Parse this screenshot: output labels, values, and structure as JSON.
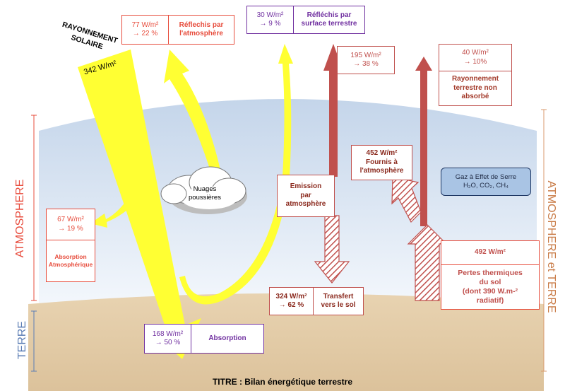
{
  "title": "TITRE : Bilan énergétique terrestre",
  "solar": {
    "label_line1": "RAYONNEMENT",
    "label_line2": "SOLAIRE",
    "value": "342 W/m²"
  },
  "clouds": {
    "line1": "Nuages",
    "line2": "poussières"
  },
  "side_labels": {
    "atmosphere": "ATMOSPHERE",
    "terre": "TERRE",
    "atmosphere_terre": "ATMOSPHERE et TERRE"
  },
  "boxes": {
    "reflect_atm": {
      "value": "77 W/m²",
      "percent": "→ 22 %",
      "label_line1": "Réflechis par",
      "label_line2": "l'atmosphère"
    },
    "reflect_surface": {
      "value": "30 W/m²",
      "percent": "→ 9 %",
      "label_line1": "Réfléchis par",
      "label_line2": "surface terrestre"
    },
    "emission_space": {
      "value": "195 W/m²",
      "percent": "→ 38 %"
    },
    "non_absorbed": {
      "value": "40 W/m²",
      "percent": "→ 10%",
      "label_line1": "Rayonnement",
      "label_line2": "terrestre non",
      "label_line3": "absorbé"
    },
    "atm_absorption": {
      "value": "67 W/m²",
      "percent": "→ 19 %",
      "label_line1": "Absorption",
      "label_line2": "Atmosphérique"
    },
    "fournis": {
      "label_line1": "452 W/m²",
      "label_line2": "Fournis à",
      "label_line3": "l'atmosphère"
    },
    "emission_atm": {
      "label_line1": "Emission",
      "label_line2": "par",
      "label_line3": "atmosphère"
    },
    "transfert": {
      "value": "324 W/m²",
      "percent": "→ 62 %",
      "label_line1": "Transfert",
      "label_line2": "vers le sol"
    },
    "sol_absorption": {
      "value": "168 W/m²",
      "percent": "→ 50 %",
      "label": "Absorption"
    },
    "pertes": {
      "value": "492 W/m²",
      "label_line1": "Pertes thermiques",
      "label_line2": "du sol",
      "label_line3": "(dont 390 W.m-²",
      "label_line4": "radiatif)"
    },
    "ges": {
      "label": "Gaz à Effet de Serre",
      "formula": "H₂O, CO₂, CH₄"
    }
  },
  "colors": {
    "red": "#c0392b",
    "purple": "#7030a0",
    "yellow": "#ffff33",
    "sky": "#dce6f2",
    "ground": "#e3cba5",
    "arrow_red": "#c0504d",
    "navy": "#1f3864"
  }
}
